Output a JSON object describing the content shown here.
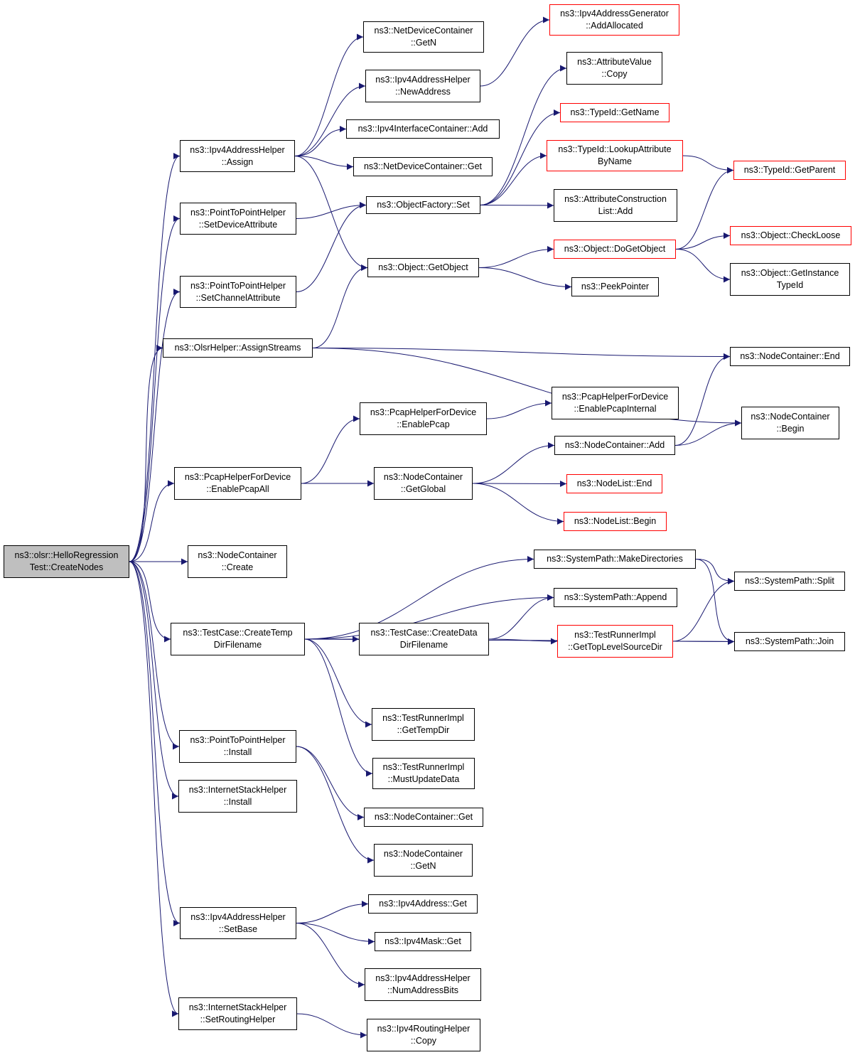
{
  "graph": {
    "root": "n0",
    "nodes": [
      {
        "id": "n0",
        "label": "ns3::olsr::HelloRegression\nTest::CreateNodes",
        "kind": "root"
      },
      {
        "id": "n1",
        "label": "ns3::Ipv4AddressHelper\n::Assign",
        "kind": "normal"
      },
      {
        "id": "n2",
        "label": "ns3::PointToPointHelper\n::SetDeviceAttribute",
        "kind": "normal"
      },
      {
        "id": "n3",
        "label": "ns3::PointToPointHelper\n::SetChannelAttribute",
        "kind": "normal"
      },
      {
        "id": "n4",
        "label": "ns3::OlsrHelper::AssignStreams",
        "kind": "normal"
      },
      {
        "id": "n5",
        "label": "ns3::PcapHelperForDevice\n::EnablePcapAll",
        "kind": "normal"
      },
      {
        "id": "n6",
        "label": "ns3::NodeContainer\n::Create",
        "kind": "normal"
      },
      {
        "id": "n7",
        "label": "ns3::TestCase::CreateTemp\nDirFilename",
        "kind": "normal"
      },
      {
        "id": "n8",
        "label": "ns3::PointToPointHelper\n::Install",
        "kind": "normal"
      },
      {
        "id": "n9",
        "label": "ns3::InternetStackHelper\n::Install",
        "kind": "normal"
      },
      {
        "id": "n10",
        "label": "ns3::Ipv4AddressHelper\n::SetBase",
        "kind": "normal"
      },
      {
        "id": "n11",
        "label": "ns3::InternetStackHelper\n::SetRoutingHelper",
        "kind": "normal"
      },
      {
        "id": "n12",
        "label": "ns3::NetDeviceContainer\n::GetN",
        "kind": "normal"
      },
      {
        "id": "n13",
        "label": "ns3::Ipv4AddressHelper\n::NewAddress",
        "kind": "normal"
      },
      {
        "id": "n14",
        "label": "ns3::Ipv4InterfaceContainer::Add",
        "kind": "normal"
      },
      {
        "id": "n15",
        "label": "ns3::NetDeviceContainer::Get",
        "kind": "normal"
      },
      {
        "id": "n16",
        "label": "ns3::ObjectFactory::Set",
        "kind": "normal"
      },
      {
        "id": "n17",
        "label": "ns3::Object::GetObject",
        "kind": "normal"
      },
      {
        "id": "n18",
        "label": "ns3::PcapHelperForDevice\n::EnablePcap",
        "kind": "normal"
      },
      {
        "id": "n19",
        "label": "ns3::NodeContainer\n::GetGlobal",
        "kind": "normal"
      },
      {
        "id": "n20",
        "label": "ns3::TestCase::CreateData\nDirFilename",
        "kind": "normal"
      },
      {
        "id": "n21",
        "label": "ns3::TestRunnerImpl\n::GetTempDir",
        "kind": "normal"
      },
      {
        "id": "n22",
        "label": "ns3::TestRunnerImpl\n::MustUpdateData",
        "kind": "normal"
      },
      {
        "id": "n23",
        "label": "ns3::NodeContainer::Get",
        "kind": "normal"
      },
      {
        "id": "n24",
        "label": "ns3::NodeContainer\n::GetN",
        "kind": "normal"
      },
      {
        "id": "n25",
        "label": "ns3::Ipv4Address::Get",
        "kind": "normal"
      },
      {
        "id": "n26",
        "label": "ns3::Ipv4Mask::Get",
        "kind": "normal"
      },
      {
        "id": "n27",
        "label": "ns3::Ipv4AddressHelper\n::NumAddressBits",
        "kind": "normal"
      },
      {
        "id": "n28",
        "label": "ns3::Ipv4RoutingHelper\n::Copy",
        "kind": "normal"
      },
      {
        "id": "n29",
        "label": "ns3::Ipv4AddressGenerator\n::AddAllocated",
        "kind": "truncated"
      },
      {
        "id": "n30",
        "label": "ns3::AttributeValue\n::Copy",
        "kind": "normal"
      },
      {
        "id": "n31",
        "label": "ns3::TypeId::GetName",
        "kind": "truncated"
      },
      {
        "id": "n32",
        "label": "ns3::TypeId::LookupAttribute\nByName",
        "kind": "truncated"
      },
      {
        "id": "n33",
        "label": "ns3::AttributeConstruction\nList::Add",
        "kind": "normal"
      },
      {
        "id": "n34",
        "label": "ns3::Object::DoGetObject",
        "kind": "truncated"
      },
      {
        "id": "n35",
        "label": "ns3::PeekPointer",
        "kind": "normal"
      },
      {
        "id": "n36",
        "label": "ns3::PcapHelperForDevice\n::EnablePcapInternal",
        "kind": "normal"
      },
      {
        "id": "n37",
        "label": "ns3::NodeContainer::Add",
        "kind": "normal"
      },
      {
        "id": "n38",
        "label": "ns3::NodeList::End",
        "kind": "truncated"
      },
      {
        "id": "n39",
        "label": "ns3::NodeList::Begin",
        "kind": "truncated"
      },
      {
        "id": "n40",
        "label": "ns3::SystemPath::MakeDirectories",
        "kind": "normal"
      },
      {
        "id": "n41",
        "label": "ns3::SystemPath::Append",
        "kind": "normal"
      },
      {
        "id": "n42",
        "label": "ns3::TestRunnerImpl\n::GetTopLevelSourceDir",
        "kind": "truncated"
      },
      {
        "id": "n43",
        "label": "ns3::TypeId::GetParent",
        "kind": "truncated"
      },
      {
        "id": "n44",
        "label": "ns3::Object::CheckLoose",
        "kind": "truncated"
      },
      {
        "id": "n45",
        "label": "ns3::Object::GetInstance\nTypeId",
        "kind": "normal"
      },
      {
        "id": "n46",
        "label": "ns3::NodeContainer::End",
        "kind": "normal"
      },
      {
        "id": "n47",
        "label": "ns3::NodeContainer\n::Begin",
        "kind": "normal"
      },
      {
        "id": "n48",
        "label": "ns3::SystemPath::Split",
        "kind": "normal"
      },
      {
        "id": "n49",
        "label": "ns3::SystemPath::Join",
        "kind": "normal"
      }
    ],
    "edges": [
      [
        "n0",
        "n1"
      ],
      [
        "n0",
        "n2"
      ],
      [
        "n0",
        "n3"
      ],
      [
        "n0",
        "n4"
      ],
      [
        "n0",
        "n5"
      ],
      [
        "n0",
        "n6"
      ],
      [
        "n0",
        "n7"
      ],
      [
        "n0",
        "n8"
      ],
      [
        "n0",
        "n9"
      ],
      [
        "n0",
        "n10"
      ],
      [
        "n0",
        "n11"
      ],
      [
        "n1",
        "n12"
      ],
      [
        "n1",
        "n13"
      ],
      [
        "n1",
        "n14"
      ],
      [
        "n1",
        "n15"
      ],
      [
        "n1",
        "n17"
      ],
      [
        "n13",
        "n29"
      ],
      [
        "n2",
        "n16"
      ],
      [
        "n3",
        "n16"
      ],
      [
        "n16",
        "n30"
      ],
      [
        "n16",
        "n31"
      ],
      [
        "n16",
        "n32"
      ],
      [
        "n16",
        "n33"
      ],
      [
        "n32",
        "n43"
      ],
      [
        "n4",
        "n17"
      ],
      [
        "n4",
        "n46"
      ],
      [
        "n4",
        "n47"
      ],
      [
        "n17",
        "n34"
      ],
      [
        "n17",
        "n35"
      ],
      [
        "n34",
        "n43"
      ],
      [
        "n34",
        "n44"
      ],
      [
        "n34",
        "n45"
      ],
      [
        "n5",
        "n18"
      ],
      [
        "n5",
        "n19"
      ],
      [
        "n18",
        "n36"
      ],
      [
        "n19",
        "n37"
      ],
      [
        "n19",
        "n38"
      ],
      [
        "n19",
        "n39"
      ],
      [
        "n37",
        "n46"
      ],
      [
        "n37",
        "n47"
      ],
      [
        "n7",
        "n40"
      ],
      [
        "n7",
        "n41"
      ],
      [
        "n7",
        "n20"
      ],
      [
        "n7",
        "n49"
      ],
      [
        "n7",
        "n21"
      ],
      [
        "n7",
        "n22"
      ],
      [
        "n20",
        "n41"
      ],
      [
        "n20",
        "n42"
      ],
      [
        "n40",
        "n48"
      ],
      [
        "n40",
        "n49"
      ],
      [
        "n42",
        "n48"
      ],
      [
        "n42",
        "n49"
      ],
      [
        "n8",
        "n23"
      ],
      [
        "n8",
        "n24"
      ],
      [
        "n10",
        "n25"
      ],
      [
        "n10",
        "n26"
      ],
      [
        "n10",
        "n27"
      ],
      [
        "n11",
        "n28"
      ]
    ],
    "colors": {
      "edge": "#191970",
      "node_border": "#000000",
      "truncated_border": "#ff0000",
      "root_fill": "#bfbfbf"
    }
  }
}
